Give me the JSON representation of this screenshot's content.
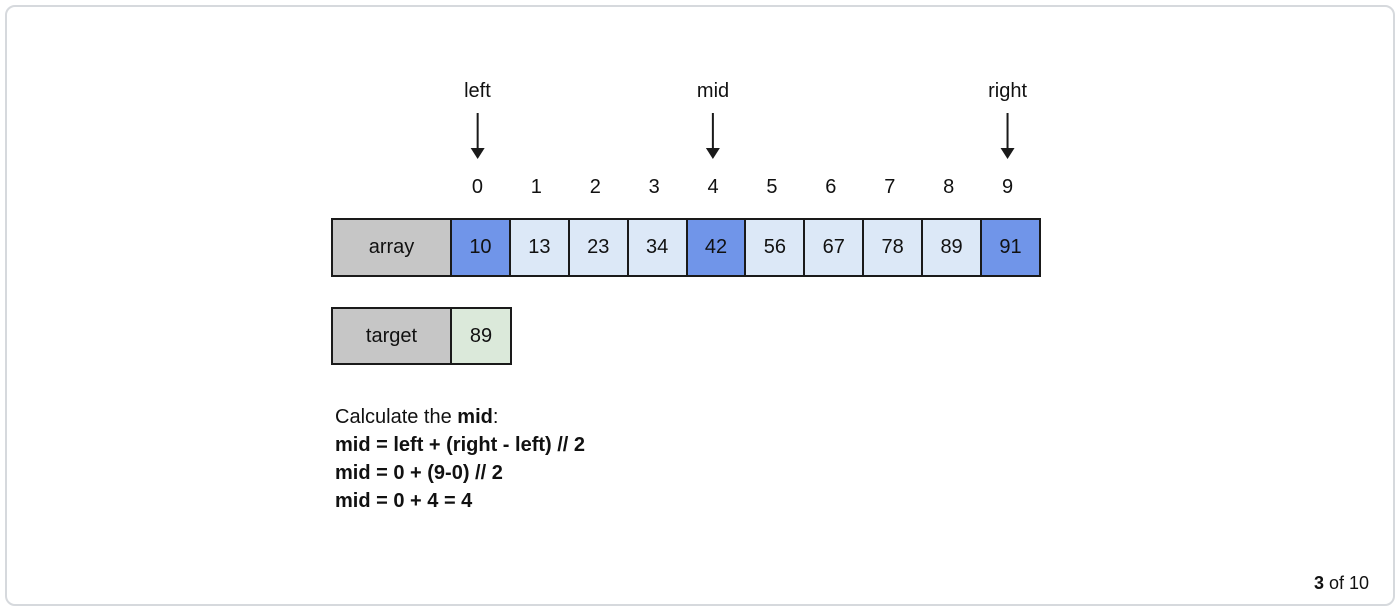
{
  "pointers": [
    {
      "label": "left",
      "index": 0
    },
    {
      "label": "mid",
      "index": 4
    },
    {
      "label": "right",
      "index": 9
    }
  ],
  "indices": [
    "0",
    "1",
    "2",
    "3",
    "4",
    "5",
    "6",
    "7",
    "8",
    "9"
  ],
  "array_row": {
    "label": "array",
    "cells": [
      {
        "value": "10",
        "highlight": true
      },
      {
        "value": "13",
        "highlight": false
      },
      {
        "value": "23",
        "highlight": false
      },
      {
        "value": "34",
        "highlight": false
      },
      {
        "value": "42",
        "highlight": true
      },
      {
        "value": "56",
        "highlight": false
      },
      {
        "value": "67",
        "highlight": false
      },
      {
        "value": "78",
        "highlight": false
      },
      {
        "value": "89",
        "highlight": false
      },
      {
        "value": "91",
        "highlight": true
      }
    ]
  },
  "target_row": {
    "label": "target",
    "value": "89"
  },
  "calculation": {
    "intro_prefix": "Calculate the ",
    "intro_bold": "mid",
    "intro_suffix": ":",
    "lines": [
      "mid = left + (right - left) // 2",
      "mid = 0 + (9-0) // 2",
      "mid = 0 + 4 = 4"
    ]
  },
  "page_indicator": {
    "current": "3",
    "rest": " of 10"
  },
  "colors": {
    "highlight_blue": "#7095e9",
    "cell_blue": "#dce8f7",
    "label_gray": "#c6c6c6",
    "target_green": "#dbe9da",
    "ink": "#1a1a1a",
    "card_border": "#d6d9dd"
  }
}
